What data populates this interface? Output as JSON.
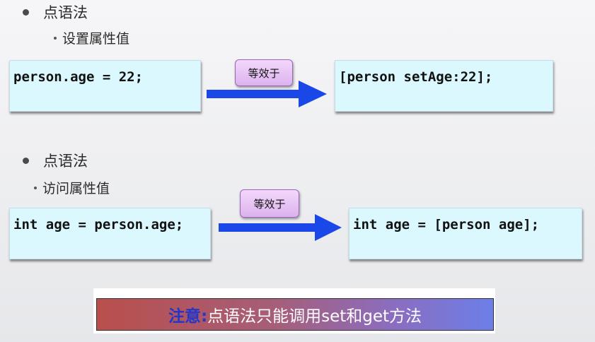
{
  "section1": {
    "bullet": "点语法",
    "subbullet": "设置属性值",
    "left_code": "person.age = 22;",
    "badge": "等效于",
    "right_code": "[person setAge:22];"
  },
  "section2": {
    "bullet": "点语法",
    "subbullet": "访问属性值",
    "left_code": "int age = person.age;",
    "badge": "等效于",
    "right_code": "int age = [person age];"
  },
  "note": {
    "label": "注意:",
    "text": "点语法只能调用set和get方法"
  },
  "colors": {
    "code_box_bg": "#dbf8fe",
    "arrow_blue": "#1a47e8",
    "badge_purple": "#dcb2ee",
    "note_label": "#2236c9"
  }
}
